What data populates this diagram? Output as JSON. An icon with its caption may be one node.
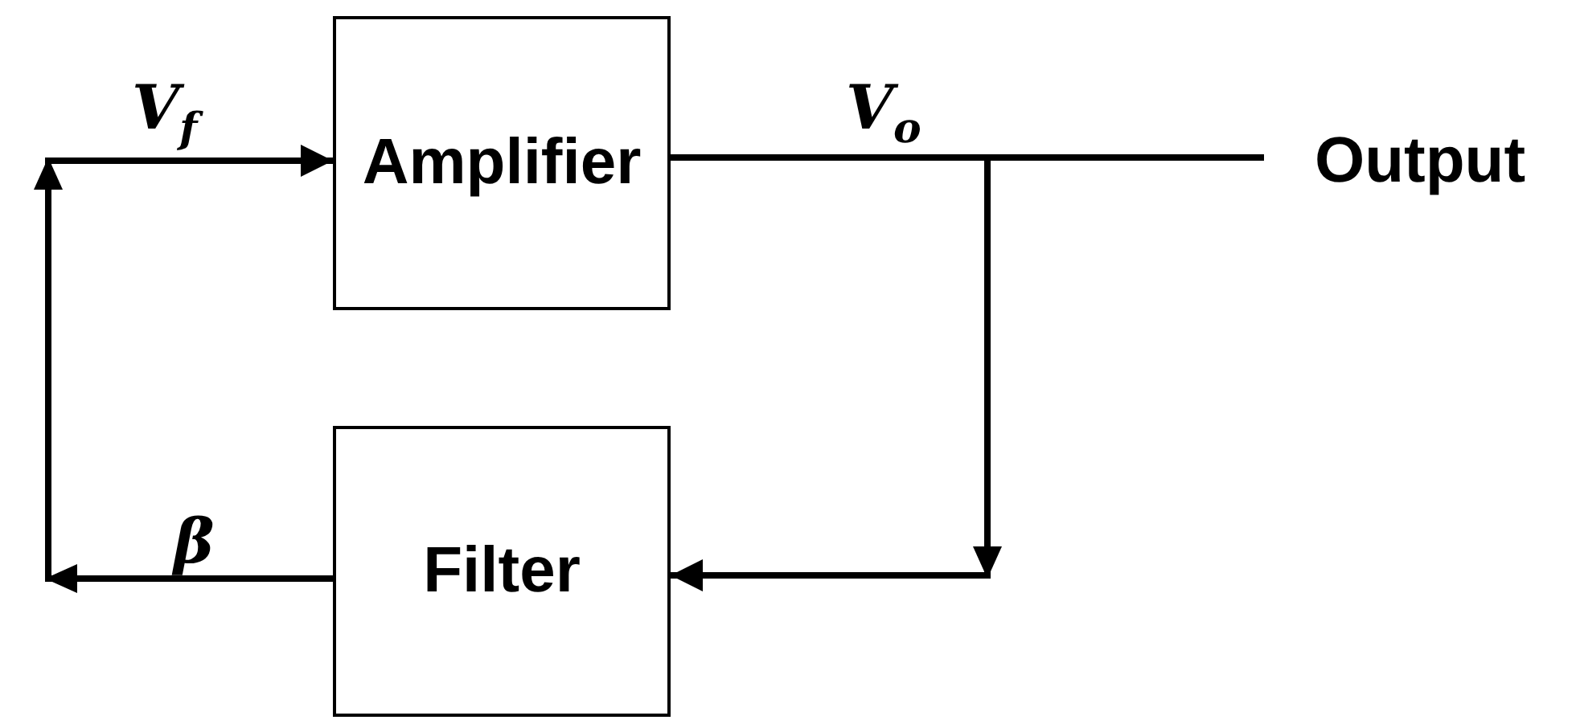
{
  "diagram": {
    "nodes": [
      {
        "text": [
          "Amplifier"
        ]
      },
      {
        "text": [
          "Filter"
        ]
      },
      {
        "text": [
          "Output"
        ]
      }
    ],
    "edges": [
      {
        "from": 0,
        "to": 2,
        "arrow": "none"
      },
      {
        "from": 0,
        "to": 1,
        "arrow": "to"
      },
      {
        "from": 1,
        "to": 0,
        "arrow": "to"
      }
    ],
    "labels": [
      "V$_{f}$",
      "V$_{o}$",
      "β"
    ]
  }
}
